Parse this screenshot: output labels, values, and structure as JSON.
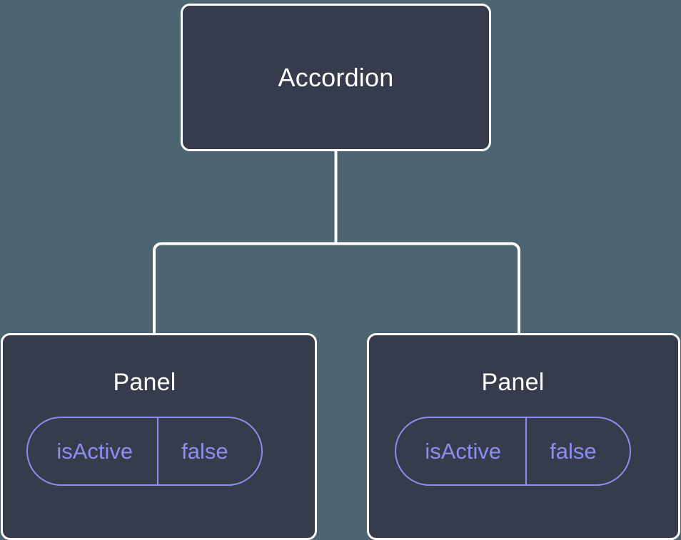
{
  "diagram": {
    "type": "component-tree",
    "background_color": "#4c6570",
    "node_fill_color": "#363c4b",
    "node_border_color": "#ffffff",
    "accent_color": "#8b8ef0",
    "edge_color": "#ffffff"
  },
  "root": {
    "label": "Accordion"
  },
  "children": [
    {
      "label": "Panel",
      "prop": {
        "key": "isActive",
        "value": "false"
      }
    },
    {
      "label": "Panel",
      "prop": {
        "key": "isActive",
        "value": "false"
      }
    }
  ]
}
